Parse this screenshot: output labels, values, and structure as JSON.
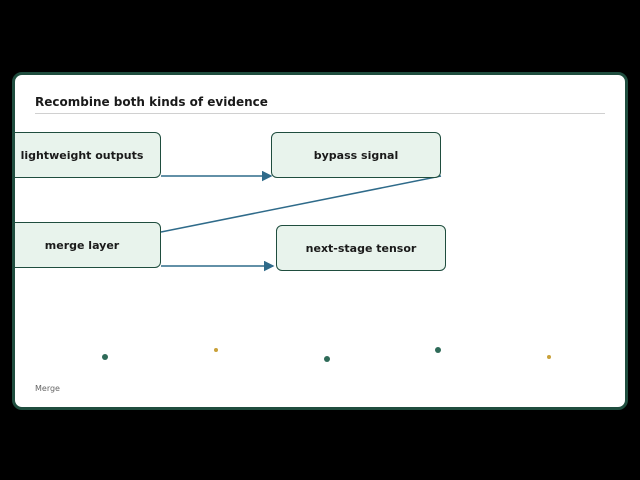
{
  "slide": {
    "title": "Recombine both kinds of evidence",
    "footer": "Merge"
  },
  "nodes": {
    "lightweight_outputs": "lightweight outputs",
    "bypass_signal": "bypass signal",
    "merge_layer": "merge layer",
    "next_stage_tensor": "next-stage tensor"
  },
  "colors": {
    "frame": "#1f4d3e",
    "node_fill": "#e8f3ec",
    "arrow": "#2f6b8a",
    "dot_green": "#2e6a58",
    "dot_gold": "#c9a13a"
  }
}
